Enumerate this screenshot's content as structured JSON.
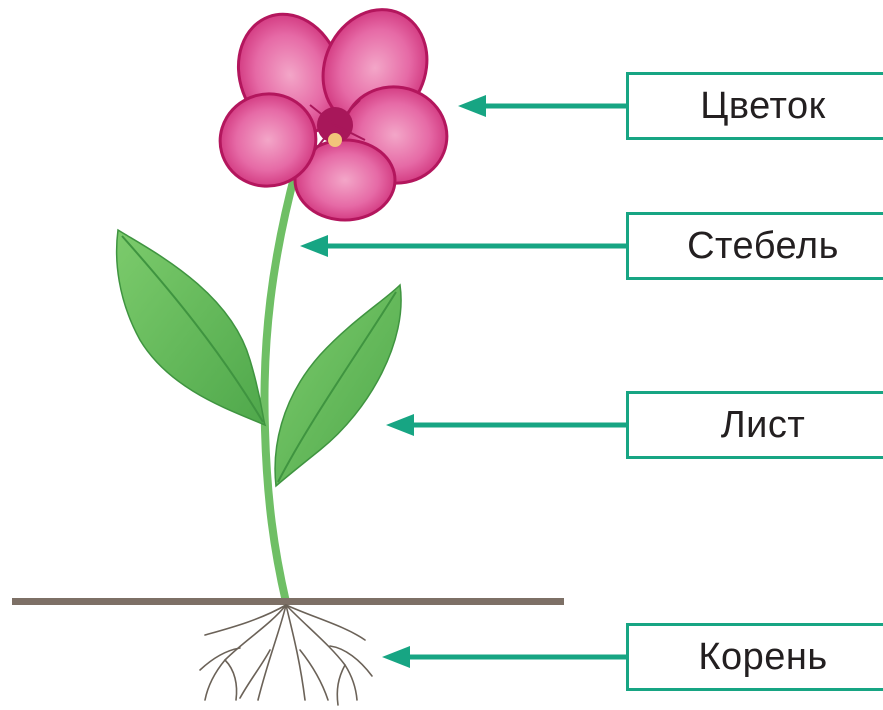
{
  "colors": {
    "accent": "#17a583",
    "petal": "#e0448f",
    "petal_light": "#ee86b7",
    "leaf": "#5fb858",
    "stem": "#6fbf65",
    "ground": "#7d7066",
    "root": "#6b6258"
  },
  "labels": {
    "flower": "Цветок",
    "stem": "Стебель",
    "leaf": "Лист",
    "root": "Корень"
  }
}
